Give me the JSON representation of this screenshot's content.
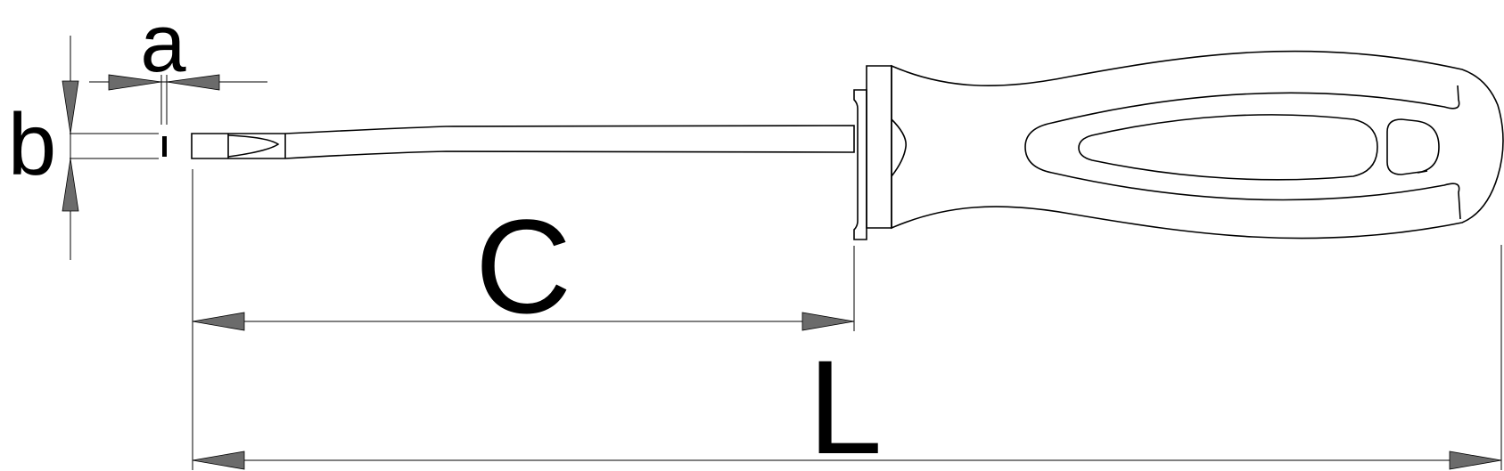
{
  "labels": {
    "a": "a",
    "b": "b",
    "c": "C",
    "l": "L"
  },
  "colors": {
    "handle_fill": "#d6d6d6",
    "shaft_fill": "#ffffff",
    "arrow_fill": "#6b6b6b",
    "stroke": "#000000"
  }
}
